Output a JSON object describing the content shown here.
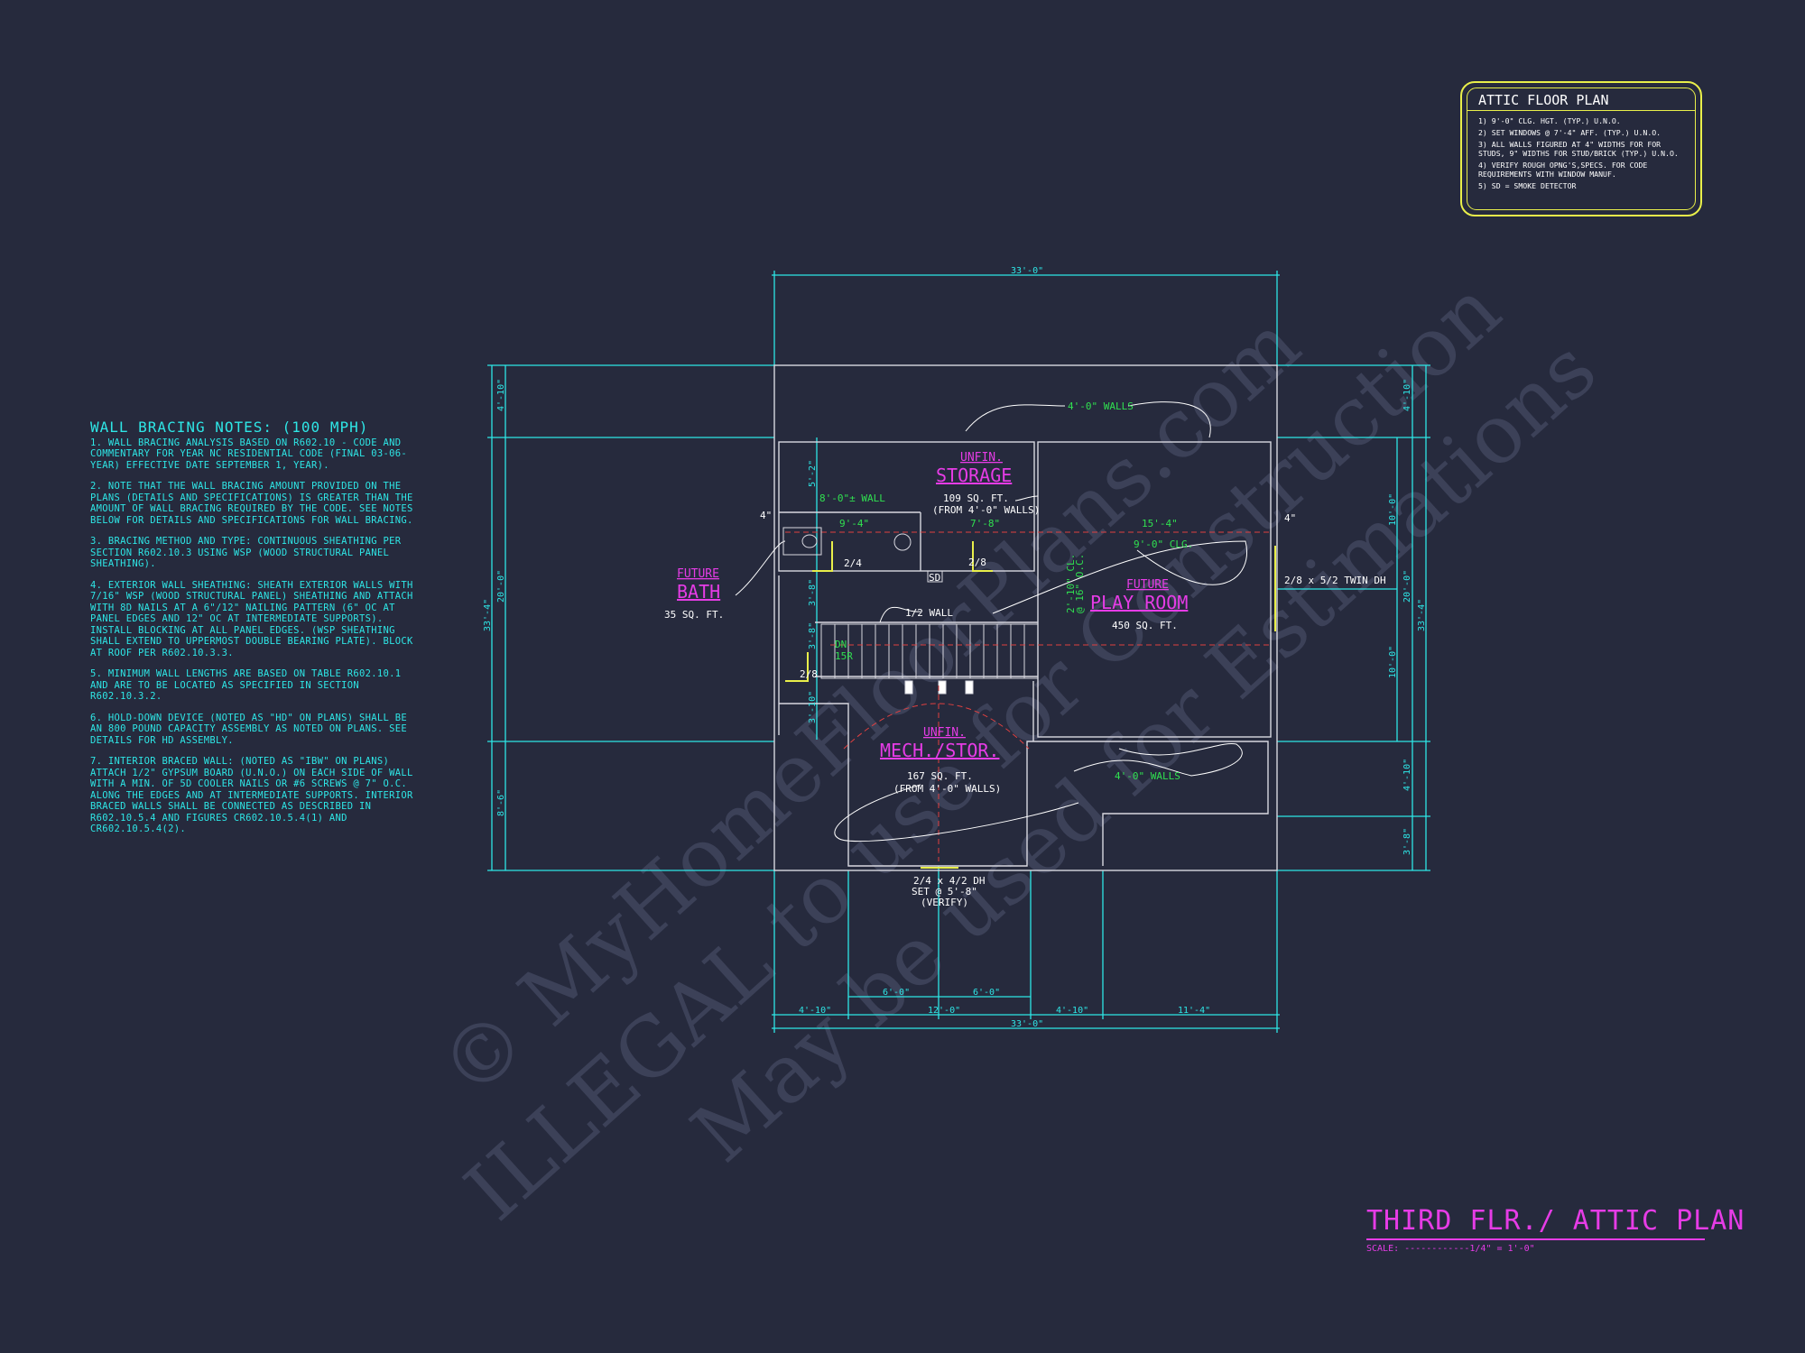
{
  "watermark": {
    "line1": "© MyHomeFloorPlans.com",
    "line2": "ILLEGAL to use for Construction",
    "line3": "May be used for Estimations"
  },
  "wall_bracing": {
    "heading": "WALL BRACING NOTES: (100 MPH)",
    "notes": [
      "1. WALL BRACING ANALYSIS BASED ON R602.10 - CODE AND COMMENTARY FOR YEAR NC RESIDENTIAL CODE (FINAL 03-06-YEAR) EFFECTIVE DATE SEPTEMBER 1, YEAR).",
      "2. NOTE THAT THE WALL BRACING AMOUNT PROVIDED ON THE PLANS (DETAILS AND SPECIFICATIONS) IS GREATER THAN THE AMOUNT OF WALL BRACING REQUIRED BY THE CODE. SEE NOTES BELOW FOR DETAILS AND SPECIFICATIONS FOR WALL BRACING.",
      "3. BRACING METHOD AND TYPE: CONTINUOUS SHEATHING PER SECTION R602.10.3 USING WSP (WOOD STRUCTURAL PANEL SHEATHING).",
      "4. EXTERIOR WALL SHEATHING: SHEATH EXTERIOR WALLS WITH 7/16\" WSP (WOOD STRUCTURAL PANEL) SHEATHING AND ATTACH WITH 8d NAILS AT A 6\"/12\" NAILING PATTERN (6\" OC AT PANEL EDGES AND 12\" OC AT INTERMEDIATE SUPPORTS). INSTALL BLOCKING AT ALL PANEL EDGES. (WSP SHEATHING SHALL EXTEND TO UPPERMOST DOUBLE BEARING PLATE). BLOCK AT ROOF PER R602.10.3.3.",
      "5. MINIMUM WALL LENGTHS ARE BASED ON TABLE R602.10.1 AND ARE TO BE LOCATED AS SPECIFIED IN SECTION R602.10.3.2.",
      "6. HOLD-DOWN DEVICE (NOTED AS \"HD\" ON PLANS) SHALL BE AN 800 POUND CAPACITY ASSEMBLY AS NOTED ON PLANS. SEE DETAILS FOR HD ASSEMBLY.",
      "7. INTERIOR BRACED WALL: (NOTED AS \"IBW\" ON PLANS) ATTACH 1/2\" GYPSUM BOARD (U.N.O.) ON EACH SIDE OF WALL WITH A MIN. OF 5d COOLER NAILS OR #6 SCREWS @ 7\" O.C. ALONG THE EDGES AND AT INTERMEDIATE SUPPORTS. INTERIOR BRACED WALLS SHALL BE CONNECTED AS DESCRIBED IN R602.10.5.4 AND FIGURES CR602.10.5.4(1) AND CR602.10.5.4(2)."
    ]
  },
  "legend": {
    "title": "ATTIC FLOOR PLAN",
    "items": [
      "1) 9'-0\" CLG. HGT. (TYP.) U.N.O.",
      "2) SET WINDOWS @ 7'-4\" AFF. (TYP.) U.N.O.",
      "3) ALL WALLS FIGURED AT 4\" WIDTHS FOR FOR STUDS, 9\" WIDTHS FOR STUD/BRICK (TYP.) U.N.O.",
      "4) VERIFY ROUGH OPNG'S,SPECS. FOR CODE REQUIREMENTS WITH WINDOW MANUF.",
      "5) SD = SMOKE DETECTOR"
    ]
  },
  "title_block": {
    "title": "THIRD FLR./ ATTIC PLAN",
    "scale": "SCALE: ------------1/4\" = 1'-0\""
  },
  "rooms": {
    "storage": {
      "tag": "UNFIN.",
      "name": "STORAGE",
      "area": "109 SQ. FT.",
      "note": "(FROM 4'-0\" WALLS)"
    },
    "bath": {
      "tag": "FUTURE",
      "name": "BATH",
      "area": "35 SQ. FT."
    },
    "playroom": {
      "tag": "FUTURE",
      "name": "PLAY ROOM",
      "area": "450 SQ. FT."
    },
    "mech": {
      "tag": "UNFIN.",
      "name": "MECH./STOR.",
      "area": "167 SQ. FT.",
      "note": "(FROM 4'-0\" WALLS)"
    }
  },
  "labels": {
    "walls_top": "4'-0\" WALLS",
    "walls_bottom": "4'-0\" WALLS",
    "wall_8": "8'-0\"± WALL",
    "clg_9": "9'-0\" CLG.",
    "half_wall": "1/2 WALL",
    "dn": "DN",
    "risers": "15R",
    "sd": "SD",
    "door_24": "2/4",
    "door_28a": "2/8",
    "door_28b": "2/8",
    "window_right": "2/8 x 5/2 TWIN DH",
    "window_bottom_1": "2/4 x 4/2 DH",
    "window_bottom_2": "SET @ 5'-8\"",
    "window_bottom_3": "(VERIFY)",
    "dim_9_4": "9'-4\"",
    "dim_7_8": "7'-8\"",
    "dim_15_4": "15'-4\"",
    "dim_4in_a": "4\"",
    "dim_4in_b": "4\"",
    "vert_clg": "2'-10\" CL.",
    "vert_oc": "@ 16\" O.C."
  },
  "dimensions": {
    "top_overall": "33'-0\"",
    "bottom_overall": "33'-0\"",
    "bottom_segments": [
      "4'-10\"",
      "12'-0\"",
      "4'-10\"",
      "11'-4\""
    ],
    "bottom_sub": [
      "6'-0\"",
      "6'-0\""
    ],
    "left_overall": "33'-4\"",
    "left_segments": [
      "4'-10\"",
      "20'-0\"",
      "8'-6\""
    ],
    "left_inner": [
      "5'-2\"",
      "3'-8\"",
      "3'-8\"",
      "3'-10\""
    ],
    "right_overall": "33'-4\"",
    "right_mid": "20'-0\"",
    "right_segments": [
      "4'-10\"",
      "10'-0\"",
      "10'-0\"",
      "4'-10\"",
      "3'-8\""
    ]
  },
  "colors": {
    "background": "#262a3d",
    "dimension": "#2ee6e6",
    "wall": "#d8d8e0",
    "room_label": "#e63ce6",
    "note_green": "#30e050",
    "legend_border": "#e9ef4a"
  }
}
